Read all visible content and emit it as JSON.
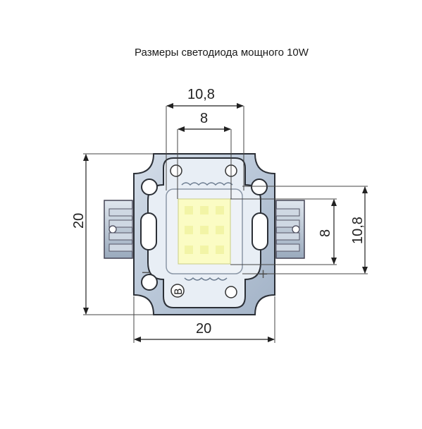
{
  "title": "Размеры светодиода мощного 10W",
  "dimensions": {
    "top_outer": "10,8",
    "top_inner": "8",
    "left_height": "20",
    "bottom_width": "20",
    "right_inner": "8",
    "right_outer": "10,8"
  },
  "labels": {
    "minus": "−",
    "plus": "+",
    "b_mark": "B"
  },
  "colors": {
    "board": "#b9c7d8",
    "board_dark": "#8fa2b8",
    "chip": "#fbfcc4",
    "lens_frame": "#e8eef5"
  }
}
